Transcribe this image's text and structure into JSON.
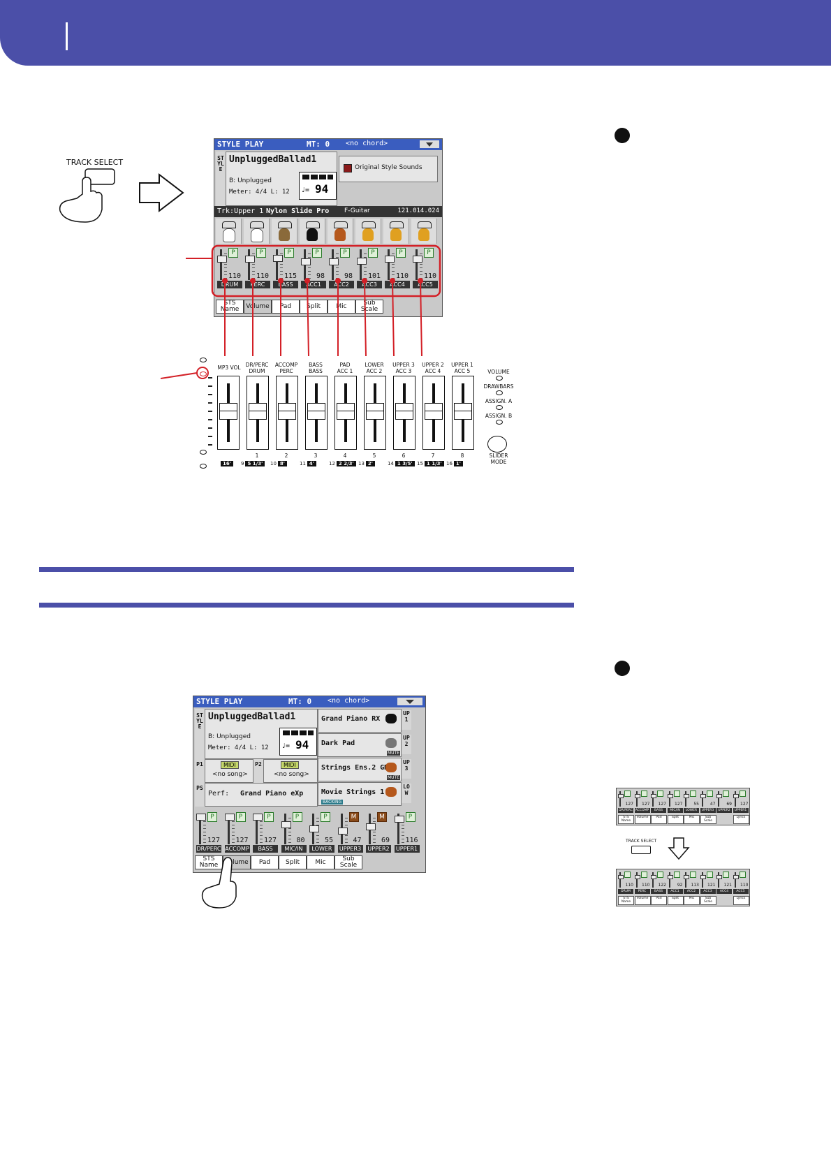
{
  "header": {},
  "diagram1": {
    "track_select_label": "TRACK SELECT",
    "screen": {
      "title": "STYLE PLAY",
      "mt": "MT: 0",
      "chord": "<no chord>",
      "style_side": "STYLE",
      "style_name": "UnpluggedBallad1",
      "bank": "B: Unplugged",
      "meter": "Meter:  4/4  L:  12",
      "tempo_prefix": "♩=",
      "tempo": "94",
      "sts_label": "Original Style Sounds",
      "trk_label": "Trk:Upper 1",
      "trk_sound": "Nylon Slide Pro",
      "trk_cat": "F-Guitar",
      "trk_num": "121.014.024",
      "channels": [
        {
          "name": "DRUM",
          "value": "110",
          "pos": 0.3
        },
        {
          "name": "PERC",
          "value": "110",
          "pos": 0.3
        },
        {
          "name": "BASS",
          "value": "115",
          "pos": 0.25
        },
        {
          "name": "ACC1",
          "value": "98",
          "pos": 0.4
        },
        {
          "name": "ACC2",
          "value": "98",
          "pos": 0.4
        },
        {
          "name": "ACC3",
          "value": "101",
          "pos": 0.38
        },
        {
          "name": "ACC4",
          "value": "110",
          "pos": 0.3
        },
        {
          "name": "ACC5",
          "value": "110",
          "pos": 0.3
        }
      ],
      "tabs": [
        {
          "label": "STS\nName"
        },
        {
          "label": "Volume"
        },
        {
          "label": "Pad"
        },
        {
          "label": "Split"
        },
        {
          "label": "Mic"
        },
        {
          "label": "Sub\nScale"
        }
      ]
    },
    "panel": {
      "mp3_label": "MP3 VOL",
      "sliders": [
        {
          "label": "DR/PERC\nDRUM",
          "num": "1",
          "alt": "9",
          "foot": "5 1/3'"
        },
        {
          "label": "ACCOMP\nPERC",
          "num": "2",
          "alt": "10",
          "foot": "8'"
        },
        {
          "label": "BASS\nBASS",
          "num": "3",
          "alt": "11",
          "foot": "4'"
        },
        {
          "label": "PAD\nACC 1",
          "num": "4",
          "alt": "12",
          "foot": "2 2/3'"
        },
        {
          "label": "LOWER\nACC 2",
          "num": "5",
          "alt": "13",
          "foot": "2'"
        },
        {
          "label": "UPPER 3\nACC 3",
          "num": "6",
          "alt": "14",
          "foot": "1 3/5'"
        },
        {
          "label": "UPPER 2\nACC 4",
          "num": "7",
          "alt": "15",
          "foot": "1 1/3'"
        },
        {
          "label": "UPPER 1\nACC 5",
          "num": "8",
          "alt": "16",
          "foot": "1'"
        }
      ],
      "mp3_foot": "16'",
      "modes": [
        "VOLUME",
        "DRAWBARS",
        "ASSIGN. A",
        "ASSIGN. B"
      ],
      "slider_mode": "SLIDER\nMODE"
    }
  },
  "diagram2": {
    "screen": {
      "title": "STYLE PLAY",
      "mt": "MT: 0",
      "chord": "<no chord>",
      "style_side": "STYLE",
      "style_name": "UnpluggedBallad1",
      "bank": "B: Unplugged",
      "meter": "Meter:  4/4  L:  12",
      "tempo_prefix": "♩=",
      "tempo": "94",
      "p1_side": "P1",
      "p2_side": "P2",
      "midi": "MIDI",
      "no_song": "<no song>",
      "ps_side": "PS",
      "perf_prefix": "Perf:",
      "perf_name": "Grand Piano eXp",
      "upper_sounds": [
        {
          "name": "Grand Piano RX",
          "side": "UP1",
          "mute": ""
        },
        {
          "name": "Dark Pad",
          "side": "UP2",
          "mute": "MUTE"
        },
        {
          "name": "Strings Ens.2 GM",
          "side": "UP3",
          "mute": "MUTE"
        },
        {
          "name": "Movie Strings 1",
          "side": "LOW",
          "mute": ""
        }
      ],
      "backing": "BACKING",
      "channels": [
        {
          "name": "DR/PERC",
          "value": "127",
          "pos": 0.05,
          "flag": "P"
        },
        {
          "name": "ACCOMP",
          "value": "127",
          "pos": 0.05,
          "flag": "P"
        },
        {
          "name": "BASS",
          "value": "127",
          "pos": 0.05,
          "flag": "P"
        },
        {
          "name": "MIC/IN",
          "value": "80",
          "pos": 0.35,
          "flag": "P"
        },
        {
          "name": "LOWER",
          "value": "55",
          "pos": 0.5,
          "flag": "P"
        },
        {
          "name": "UPPER3",
          "value": "47",
          "pos": 0.58,
          "flag": "M"
        },
        {
          "name": "UPPER2",
          "value": "69",
          "pos": 0.42,
          "flag": "M"
        },
        {
          "name": "UPPER1",
          "value": "116",
          "pos": 0.12,
          "flag": "P"
        }
      ],
      "tabs": [
        {
          "label": "STS\nName"
        },
        {
          "label": "Volume"
        },
        {
          "label": "Pad"
        },
        {
          "label": "Split"
        },
        {
          "label": "Mic"
        },
        {
          "label": "Sub\nScale"
        }
      ]
    },
    "track_select_label": "TRACK SELECT",
    "mini_top_values": [
      "127",
      "127",
      "127",
      "127",
      "55",
      "47",
      "69",
      "127"
    ],
    "mini_top_names": [
      "DR/PERC",
      "ACCOMP",
      "BASS",
      "MIC/IN",
      "LOWER",
      "UPPER3",
      "UPPER2",
      "UPPER1"
    ],
    "mini_bottom_values": [
      "110",
      "110",
      "122",
      "92",
      "113",
      "121",
      "121",
      "110"
    ],
    "mini_bottom_names": [
      "DRUM",
      "PERC",
      "BASS",
      "ACC1",
      "ACC2",
      "ACC3",
      "ACC4",
      "ACC5"
    ],
    "mini_tabs": [
      "STS Name",
      "Volume",
      "Pad",
      "Split",
      "Mic",
      "Sub Scale",
      "",
      "Lyrics"
    ]
  }
}
